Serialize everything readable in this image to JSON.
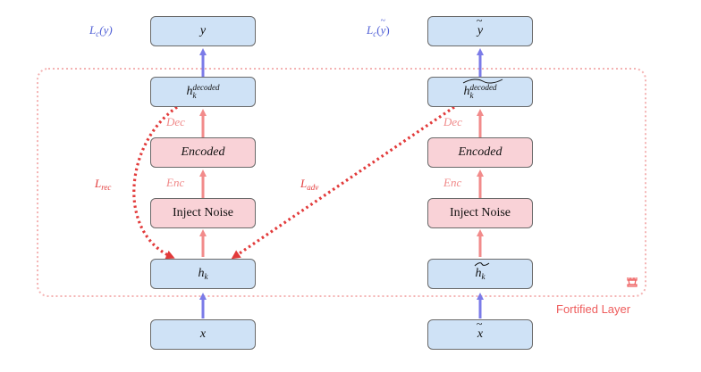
{
  "colors": {
    "blue_box": "#cfe2f6",
    "pink_box": "#f9d2d7",
    "blue_arrow": "#7b7be8",
    "pink_arrow": "#f28b8b",
    "red_dashed": "#e23a3a",
    "fortified_border": "#f4b3b3"
  },
  "left_column": {
    "output": "y",
    "decoded_base": "h",
    "decoded_sub": "k",
    "decoded_sup": "decoded",
    "encoded": "Encoded",
    "noise": "Inject Noise",
    "hidden_base": "h",
    "hidden_sub": "k",
    "input": "x",
    "dec_label": "Dec",
    "enc_label": "Enc",
    "loss_label": "L",
    "loss_sub": "c",
    "loss_arg": "(y)"
  },
  "right_column": {
    "output": "y",
    "decoded_base": "h",
    "decoded_sub": "k",
    "decoded_sup": "decoded",
    "encoded": "Encoded",
    "noise": "Inject Noise",
    "hidden_base": "h",
    "hidden_sub": "k",
    "input": "x",
    "dec_label": "Dec",
    "enc_label": "Enc",
    "loss_label": "L",
    "loss_sub": "c",
    "loss_arg_open": "(",
    "loss_arg_var": "y",
    "loss_arg_close": ")"
  },
  "losses": {
    "rec_base": "L",
    "rec_sub": "rec",
    "adv_base": "L",
    "adv_sub": "adv"
  },
  "fortified": {
    "label": "Fortified Layer",
    "icon": "rook-icon"
  }
}
